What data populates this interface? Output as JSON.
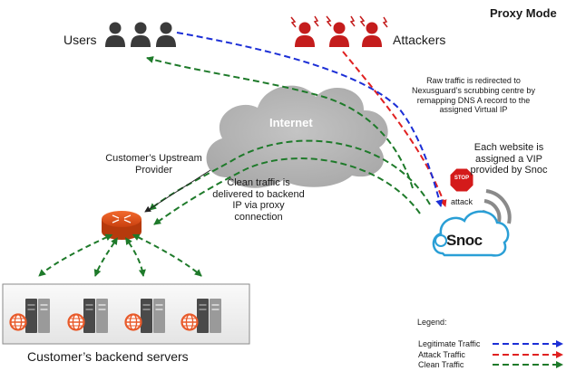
{
  "title": "Proxy Mode",
  "labels": {
    "users": "Users",
    "attackers": "Attackers",
    "internet": "Internet",
    "upstream_provider": "Customer’s Upstream Provider",
    "clean_traffic_note": "Clean traffic is delivered to backend IP via proxy connection",
    "raw_traffic_note": "Raw traffic is redirected to Nexusguard’s scrubbing centre by remapping DNS A record to the assigned Virtual IP",
    "vip_note": "Each website is assigned a VIP provided by Snoc",
    "attack": "attack",
    "stop_sign": "STOP",
    "logo_text": "Snoc",
    "backend_servers": "Customer’s backend servers"
  },
  "legend": {
    "title": "Legend:",
    "items": [
      {
        "label": "Legitimate Traffic",
        "color": "#1c2fd6"
      },
      {
        "label": "Attack Traffic",
        "color": "#e02020"
      },
      {
        "label": "Clean Traffic",
        "color": "#1e7a2a"
      }
    ]
  },
  "colors": {
    "legitimate": "#1c2fd6",
    "attack": "#e02020",
    "clean": "#1e7a2a",
    "cloud": "#b5b5b5",
    "router": "#e8531d",
    "user_icon": "#3a3a3a",
    "attacker_icon": "#c41c1c",
    "server_dark": "#4a4a4a",
    "server_light": "#9a9a9a",
    "globe": "#e85a2a",
    "logo_blue": "#2a9fd6"
  },
  "icons": {
    "user": "user-icon",
    "attacker": "attacker-icon",
    "cloud": "cloud-icon",
    "router": "router-icon",
    "server": "server-icon",
    "globe": "globe-icon",
    "stop": "stop-sign-icon",
    "signal": "wireless-signal-icon",
    "logo": "snoc-logo-icon"
  }
}
